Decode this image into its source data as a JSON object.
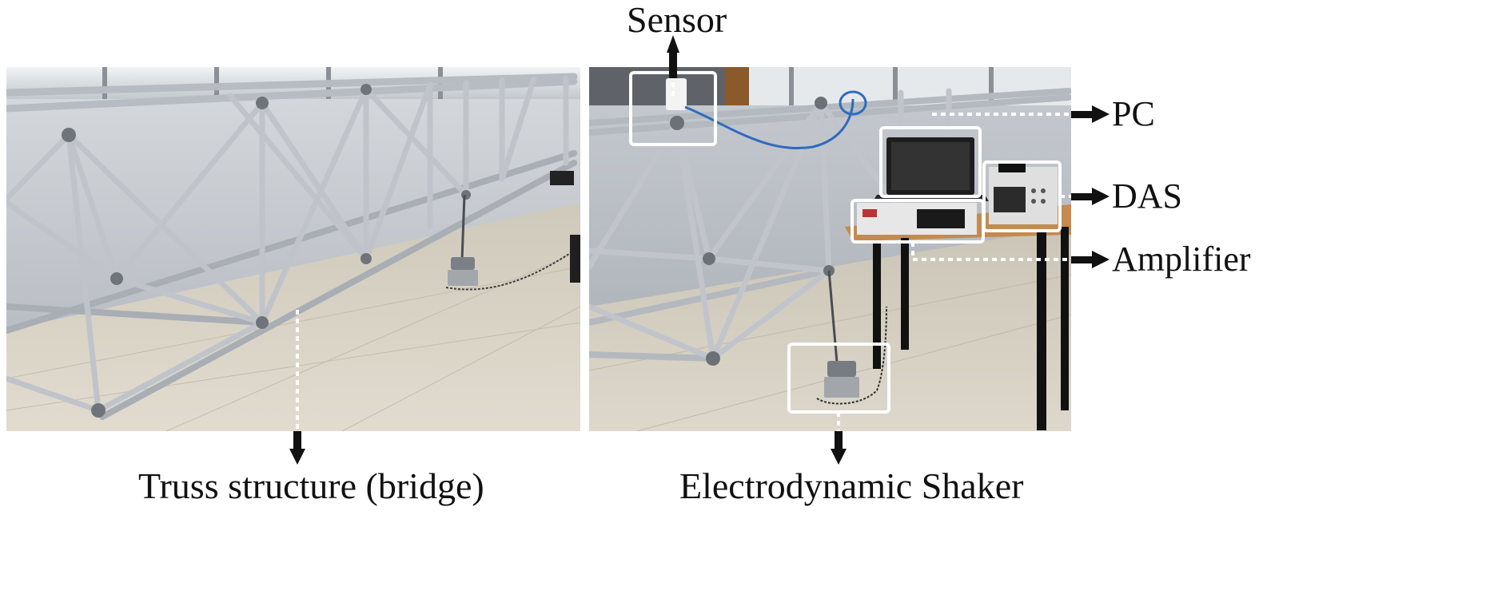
{
  "figure": {
    "photos": [
      {
        "name": "truss-photo",
        "subject": "Truss structure (bridge)"
      },
      {
        "name": "setup-photo",
        "subject": "Electrodynamic Shaker test setup"
      }
    ],
    "labels": {
      "sensor": "Sensor",
      "pc": "PC",
      "das": "DAS",
      "amplifier": "Amplifier",
      "truss": "Truss structure (bridge)",
      "shaker": "Electrodynamic Shaker"
    },
    "colors": {
      "background": "#ffffff",
      "text": "#111111",
      "highlight_box": "#ffffff",
      "arrow": "#111111",
      "wall": "#c9cdd4",
      "floor": "#d8d2c4",
      "truss_member": "#b7bcc3",
      "table_top": "#c58a4e"
    }
  }
}
